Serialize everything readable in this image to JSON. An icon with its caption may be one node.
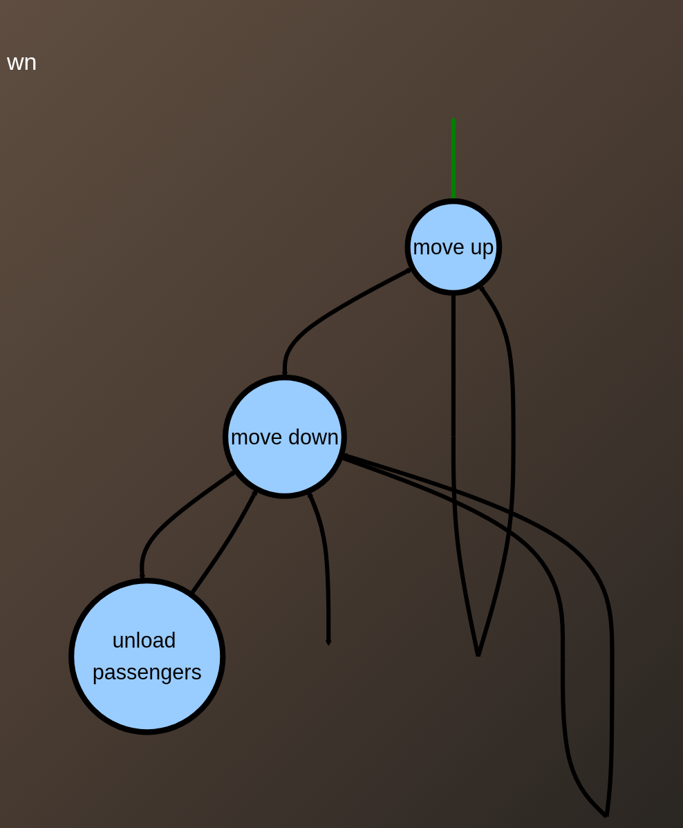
{
  "diagram": {
    "nodes": [
      {
        "text": [
          "move up"
        ]
      },
      {
        "text": [
          "unload passengers"
        ]
      },
      {
        "text": [
          "move down"
        ]
      }
    ],
    "edges": [
      {
        "from": null,
        "to": 0,
        "arrow": "both",
        "color": "#008000"
      },
      {
        "from": 0,
        "to": 0,
        "arrow": "to"
      },
      {
        "from": 0,
        "to": 2,
        "arrow": "both"
      },
      {
        "from": 2,
        "to": 1,
        "arrow": "both"
      },
      {
        "from": 1,
        "to": 2,
        "arrow": "to"
      },
      {
        "from": 2,
        "to": 2,
        "arrow": "to"
      },
      {
        "from": 2,
        "to": null,
        "arrow": "both"
      }
    ],
    "labels": [
      "wn"
    ]
  }
}
